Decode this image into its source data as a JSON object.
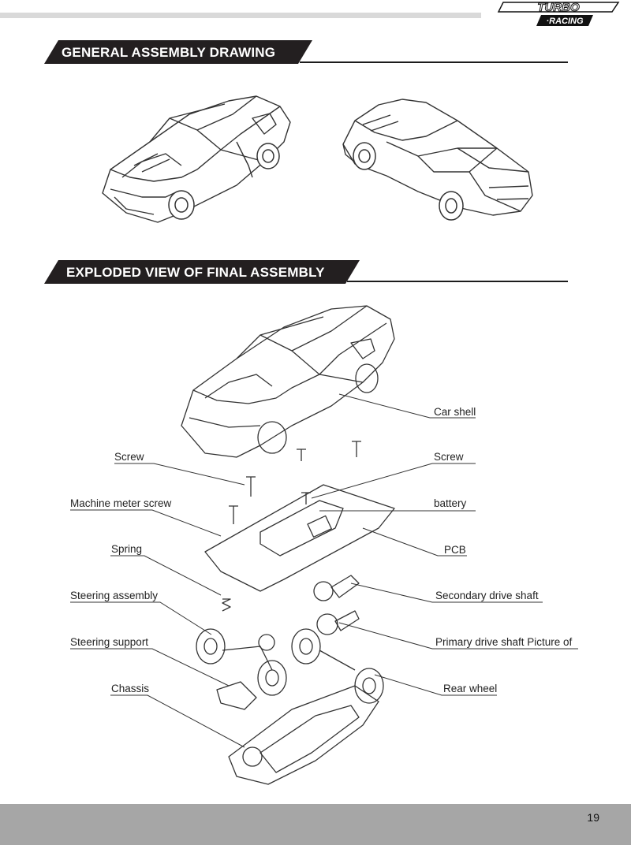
{
  "header": {
    "brand_line1": "TURBO",
    "brand_line2": "·RACING"
  },
  "sections": {
    "general": {
      "title": "GENERAL ASSEMBLY DRAWING"
    },
    "exploded": {
      "title": "EXPLODED VIEW OF FINAL ASSEMBLY"
    }
  },
  "callouts": {
    "car_shell": "Car shell",
    "screw_left": "Screw",
    "screw_right": "Screw",
    "machine_meter_screw": "Machine meter screw",
    "battery": "battery",
    "spring": "Spring",
    "pcb": "PCB",
    "steering_assembly": "Steering assembly",
    "secondary_drive_shaft": "Secondary drive shaft",
    "steering_support": "Steering support",
    "primary_drive_shaft": "Primary drive shaft Picture of",
    "chassis": "Chassis",
    "rear_wheel": "Rear wheel"
  },
  "footer": {
    "page_number": "19"
  },
  "colors": {
    "banner": "#231f20",
    "top_bar": "#d9d9d9",
    "footer": "#a6a6a6"
  }
}
